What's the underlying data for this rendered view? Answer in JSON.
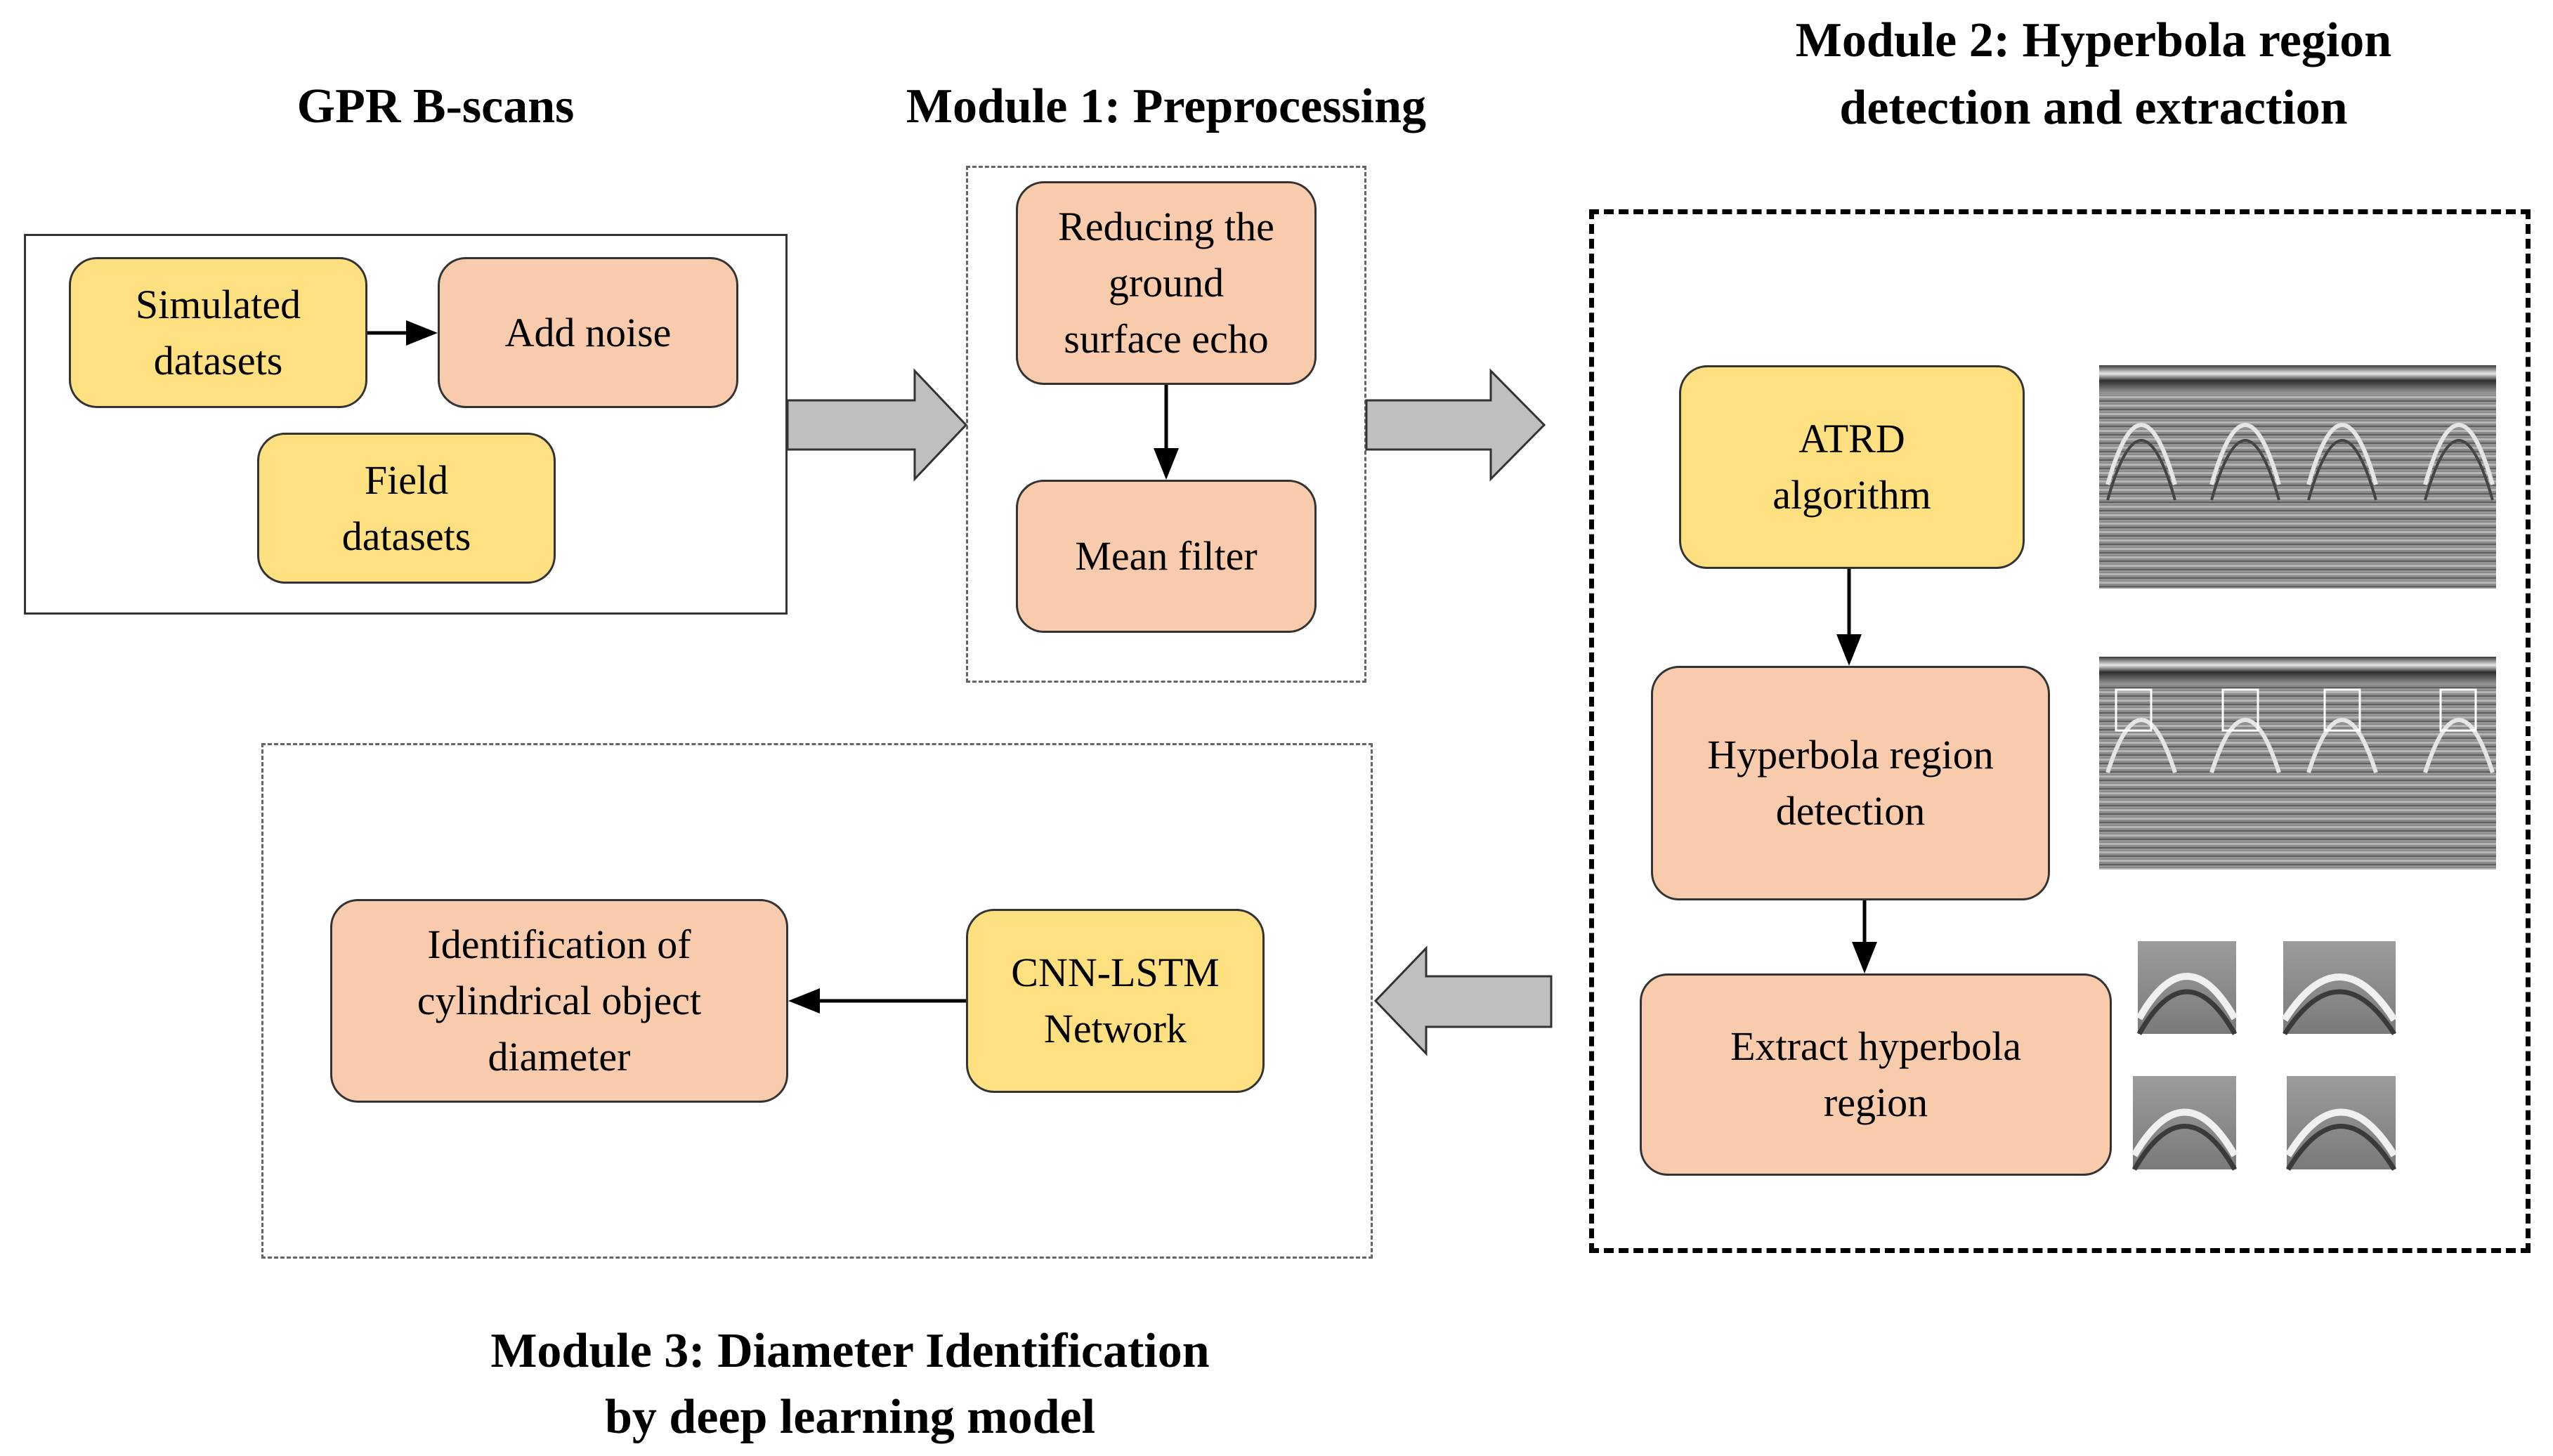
{
  "modules": {
    "input": {
      "title": "GPR B-scans",
      "nodes": {
        "simulated": "Simulated\ndatasets",
        "noise": "Add noise",
        "field": "Field\ndatasets"
      }
    },
    "module1": {
      "title": "Module 1: Preprocessing",
      "nodes": {
        "reduce": "Reducing the\nground\nsurface echo",
        "mean": "Mean filter"
      }
    },
    "module2": {
      "title_line1": "Module 2: Hyperbola region",
      "title_line2": "detection and extraction",
      "nodes": {
        "atrd": "ATRD\nalgorithm",
        "detect": "Hyperbola region\ndetection",
        "extract": "Extract hyperbola\nregion"
      }
    },
    "module3": {
      "title_line1": "Module 3: Diameter Identification",
      "title_line2": "by deep learning model",
      "nodes": {
        "cnn": "CNN-LSTM\nNetwork",
        "ident": "Identification of\ncylindrical object\ndiameter"
      }
    }
  },
  "colors": {
    "yellow": "#FFE081",
    "orange": "#F8CBAD",
    "big_arrow": "#BFBFBF"
  },
  "icons": [
    "arrow-right-icon",
    "arrow-down-icon",
    "arrow-left-icon",
    "block-arrow-right-icon",
    "block-arrow-left-icon"
  ]
}
